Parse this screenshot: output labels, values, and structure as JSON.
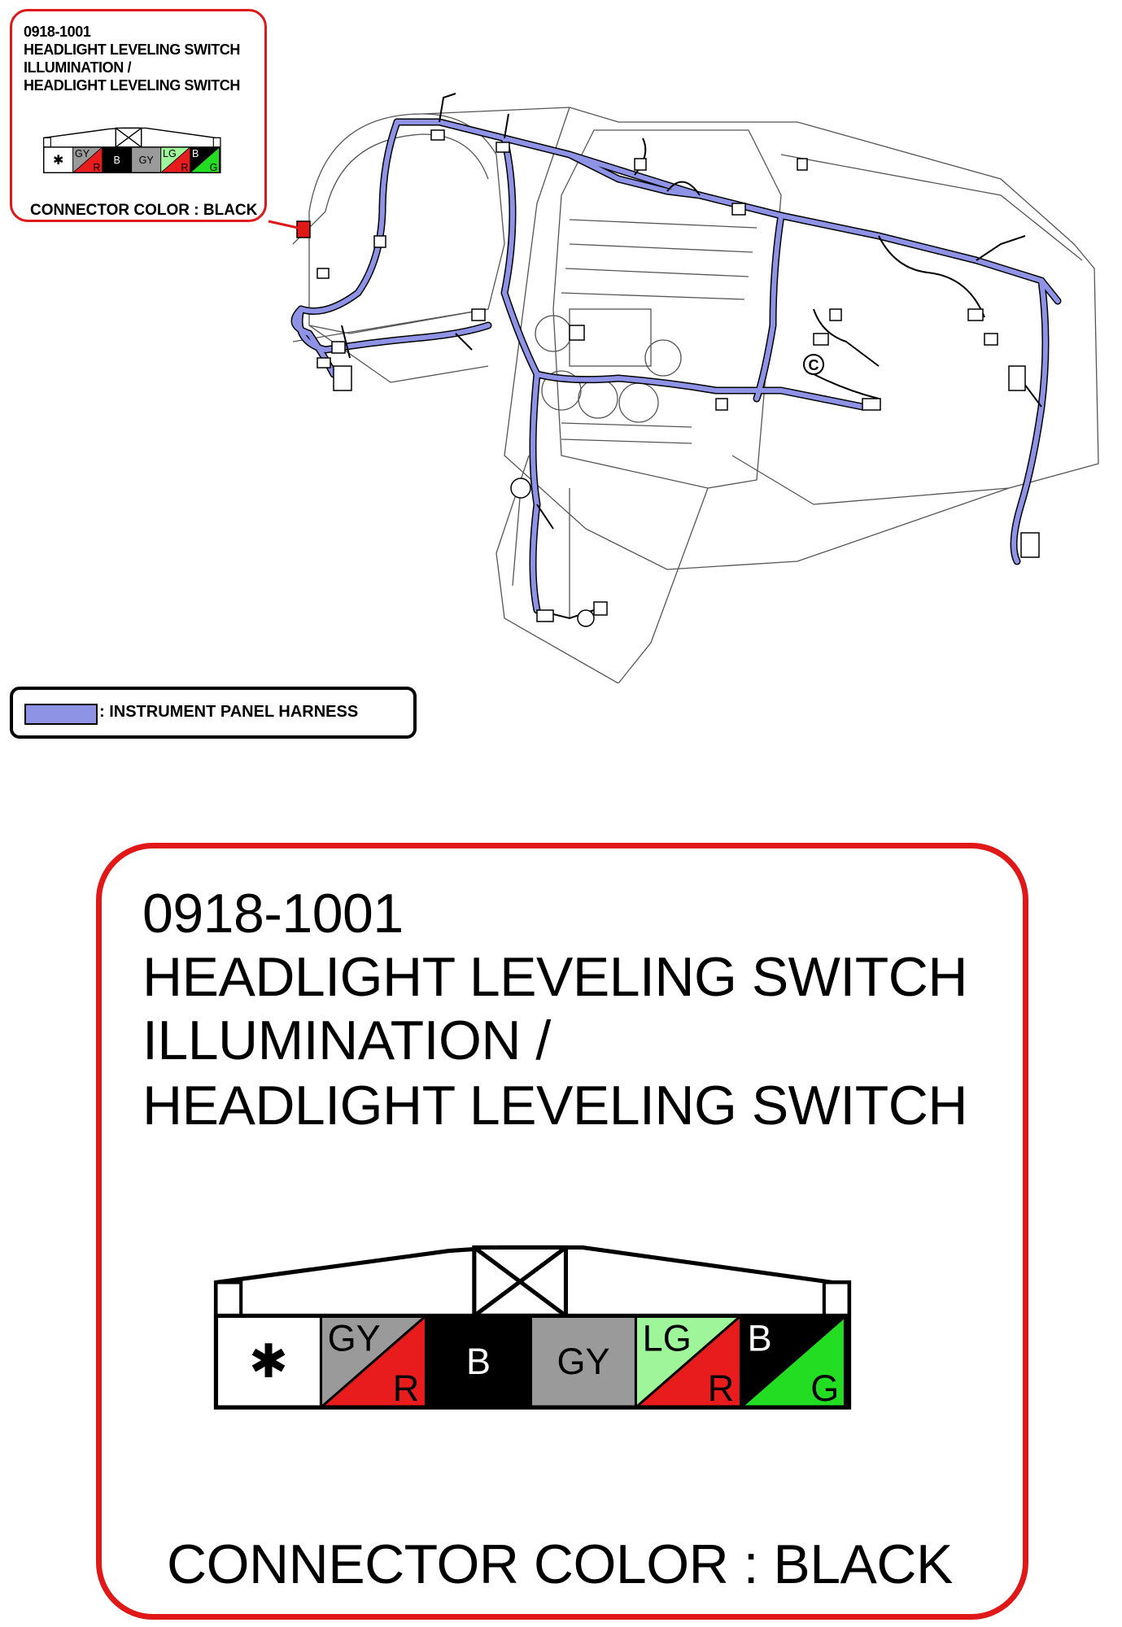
{
  "connector": {
    "code": "0918-1001",
    "name_line1": "HEADLIGHT LEVELING SWITCH",
    "name_line2": "ILLUMINATION /",
    "name_line3": "HEADLIGHT LEVELING SWITCH",
    "connector_color": "CONNECTOR COLOR : BLACK",
    "pins": [
      {
        "top": "",
        "bottom": "",
        "symbol": "✱",
        "top_color": "#ffffff",
        "bottom_color": "#ffffff"
      },
      {
        "top": "GY",
        "bottom": "R",
        "top_color": "#9a9a9a",
        "bottom_color": "#e81c1c"
      },
      {
        "top": "B",
        "bottom": "",
        "top_color": "#000000",
        "bottom_color": "#000000"
      },
      {
        "top": "GY",
        "bottom": "",
        "top_color": "#9a9a9a",
        "bottom_color": "#9a9a9a"
      },
      {
        "top": "LG",
        "bottom": "R",
        "top_color": "#9ef59a",
        "bottom_color": "#e81c1c"
      },
      {
        "top": "B",
        "bottom": "G",
        "top_color": "#000000",
        "bottom_color": "#22dd22"
      }
    ]
  },
  "legend": {
    "label": ": INSTRUMENT PANEL HARNESS",
    "swatch_color": "#8f93e6"
  },
  "diagram": {
    "marker_c": "C",
    "harness_color": "#8f93e6",
    "highlight_color": "#e01818"
  }
}
